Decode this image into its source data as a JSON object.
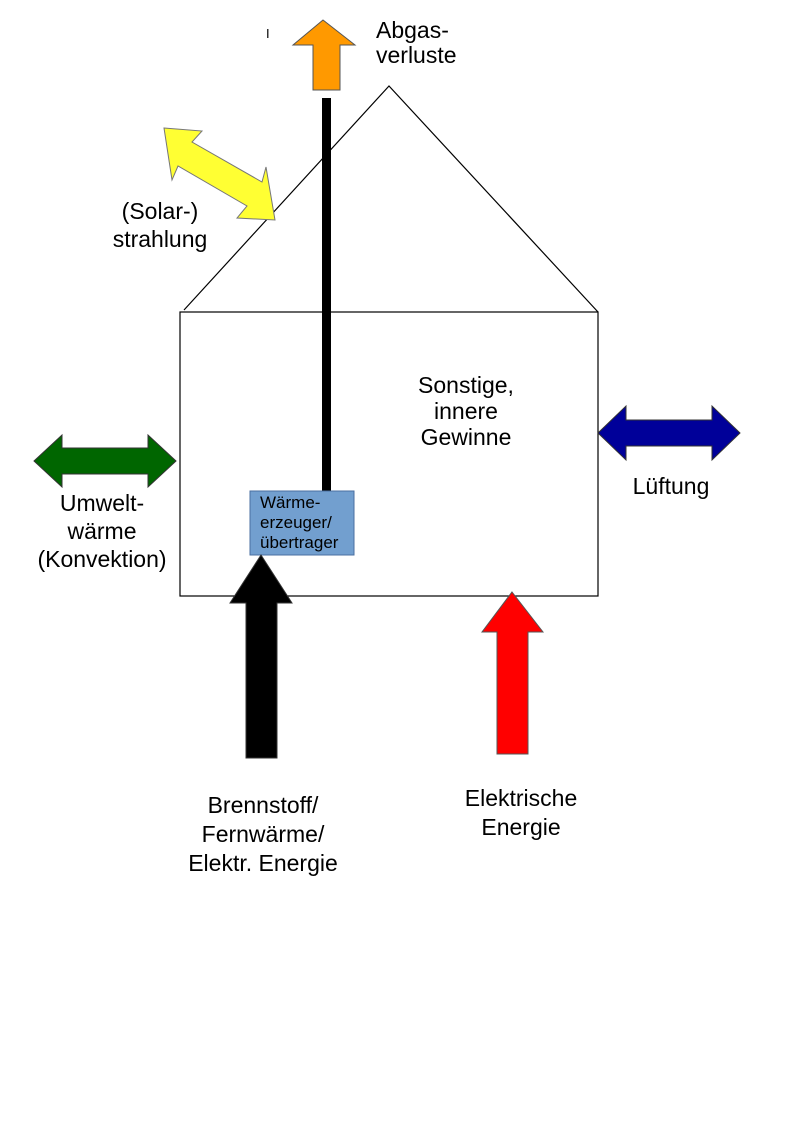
{
  "labels": {
    "exhaust": [
      "Abgas-",
      "verluste"
    ],
    "solar": [
      "(Solar-)",
      "strahlung"
    ],
    "internal": [
      "Sonstige,",
      "innere",
      "Gewinne"
    ],
    "ambient": [
      "Umwelt-",
      "wärme",
      "(Konvektion)"
    ],
    "ventilation": [
      "Lüftung"
    ],
    "generator": [
      "Wärme-",
      "erzeuger/",
      "übertrager"
    ],
    "fuel": [
      "Brennstoff/",
      "Fernwärme/",
      "Elektr. Energie"
    ],
    "electric": [
      "Elektrische",
      "Energie"
    ]
  },
  "colors": {
    "exhaust": "#ff9900",
    "solar": "#ffff33",
    "ambient": "#006600",
    "ventilation": "#000099",
    "fuel": "#000000",
    "electric": "#ff0000",
    "generator": "#729fcf",
    "outline": "#000000"
  }
}
